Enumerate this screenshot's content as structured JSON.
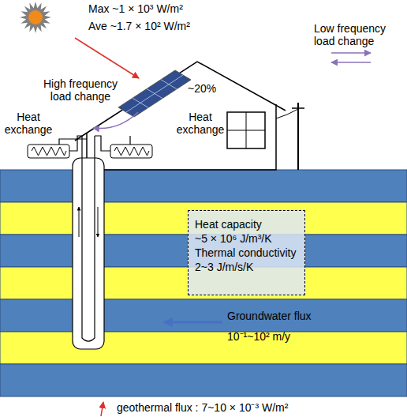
{
  "diagram": {
    "nodes": [
      {
        "text": [
          "Heat capacity",
          "~5 × 10⁶ J/m³/K",
          "Thermal conductivity",
          "2~3 J/m/s/K"
        ]
      }
    ],
    "labels": [
      "Max ~1 × 10³ W/m²",
      "Ave ~1.7 × 10² W/m²",
      "~20%",
      "High frequency load change",
      "Low frequency load change",
      "Heat exchange",
      "Heat exchange",
      "Groundwater flux",
      "10⁻¹~10² m/y",
      "geothermal flux : 7~10 × 10⁻³ W/m²"
    ]
  }
}
